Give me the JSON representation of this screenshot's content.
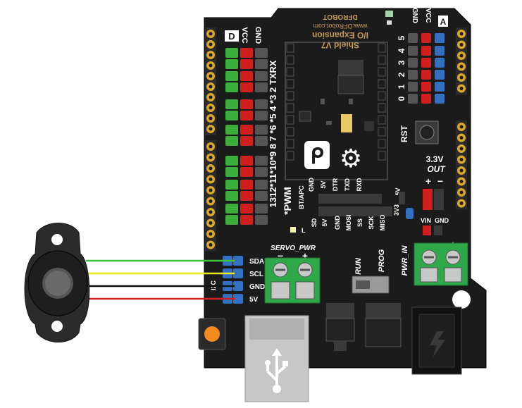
{
  "board": {
    "brand": "DFROBOT",
    "url": "www.DFRobot.com",
    "name_line1": "I/O Expansion",
    "name_line2": "Shield V7"
  },
  "digital_header": {
    "letter": "D",
    "vcc": "VCC",
    "gnd": "GND",
    "pins": [
      {
        "label": "TX",
        "fill": "#3cae3c"
      },
      {
        "label": "RX",
        "fill": "#3cae3c"
      },
      {
        "label": "2",
        "fill": "#3cae3c"
      },
      {
        "label": "*3",
        "fill": "#3cae3c"
      },
      {
        "label": "4",
        "fill": "#3cae3c"
      },
      {
        "label": "*5",
        "fill": "#3cae3c"
      },
      {
        "label": "*6",
        "fill": "#3cae3c"
      },
      {
        "label": "7",
        "fill": "#3cae3c"
      },
      {
        "label": "8",
        "fill": "#3cae3c"
      },
      {
        "label": "*9",
        "fill": "#3cae3c"
      },
      {
        "label": "*10",
        "fill": "#3cae3c"
      },
      {
        "label": "*11",
        "fill": "#3cae3c"
      },
      {
        "label": "12",
        "fill": "#3cae3c"
      },
      {
        "label": "13",
        "fill": "#3cae3c"
      }
    ],
    "pin_text": "1312*11*10*9 8   7 *6 *5 4   *3 2 TXRX",
    "pwm_label": "*PWM"
  },
  "analog_header": {
    "letter": "A",
    "vcc": "VCC",
    "gnd": "GND",
    "labels": [
      "0",
      "1",
      "2",
      "3",
      "4",
      "5"
    ]
  },
  "reset": {
    "label": "RST"
  },
  "power_out": {
    "voltage": "3.3V",
    "label": "OUT",
    "plus": "+",
    "minus": "−"
  },
  "logo": {
    "gear": "⚙"
  },
  "bee_header": {
    "labels": [
      "GND",
      "5V",
      "DTR",
      "TXD",
      "RXD"
    ],
    "bt_label": "BT/APC"
  },
  "spi_header": {
    "labels": [
      "SD",
      "5V",
      "GND",
      "MOSI",
      "SS",
      "SCK",
      "MISO"
    ],
    "v3_labels": [
      "5V",
      "3V3"
    ]
  },
  "iic_header": {
    "side_label": "I2C",
    "labels": [
      "SDA",
      "SCL",
      "GND",
      "5V"
    ]
  },
  "servo_power": {
    "label": "SERVO_PWR",
    "minus": "−",
    "plus": "+"
  },
  "switch": {
    "run": "RUN",
    "prog": "PROG"
  },
  "pwr_in": {
    "label": "PWR_IN",
    "vin": "VIN",
    "gnd": "GND",
    "minus": "−",
    "plus": "+"
  },
  "led_label": "L",
  "wires": [
    {
      "name": "SDA",
      "color": "#3ec13e"
    },
    {
      "name": "SCL",
      "color": "#e8e81c"
    },
    {
      "name": "GND",
      "color": "#111111"
    },
    {
      "name": "5V",
      "color": "#d11e1e"
    }
  ],
  "usb_icon": "usb-icon",
  "dc_icon": "lightning-icon"
}
